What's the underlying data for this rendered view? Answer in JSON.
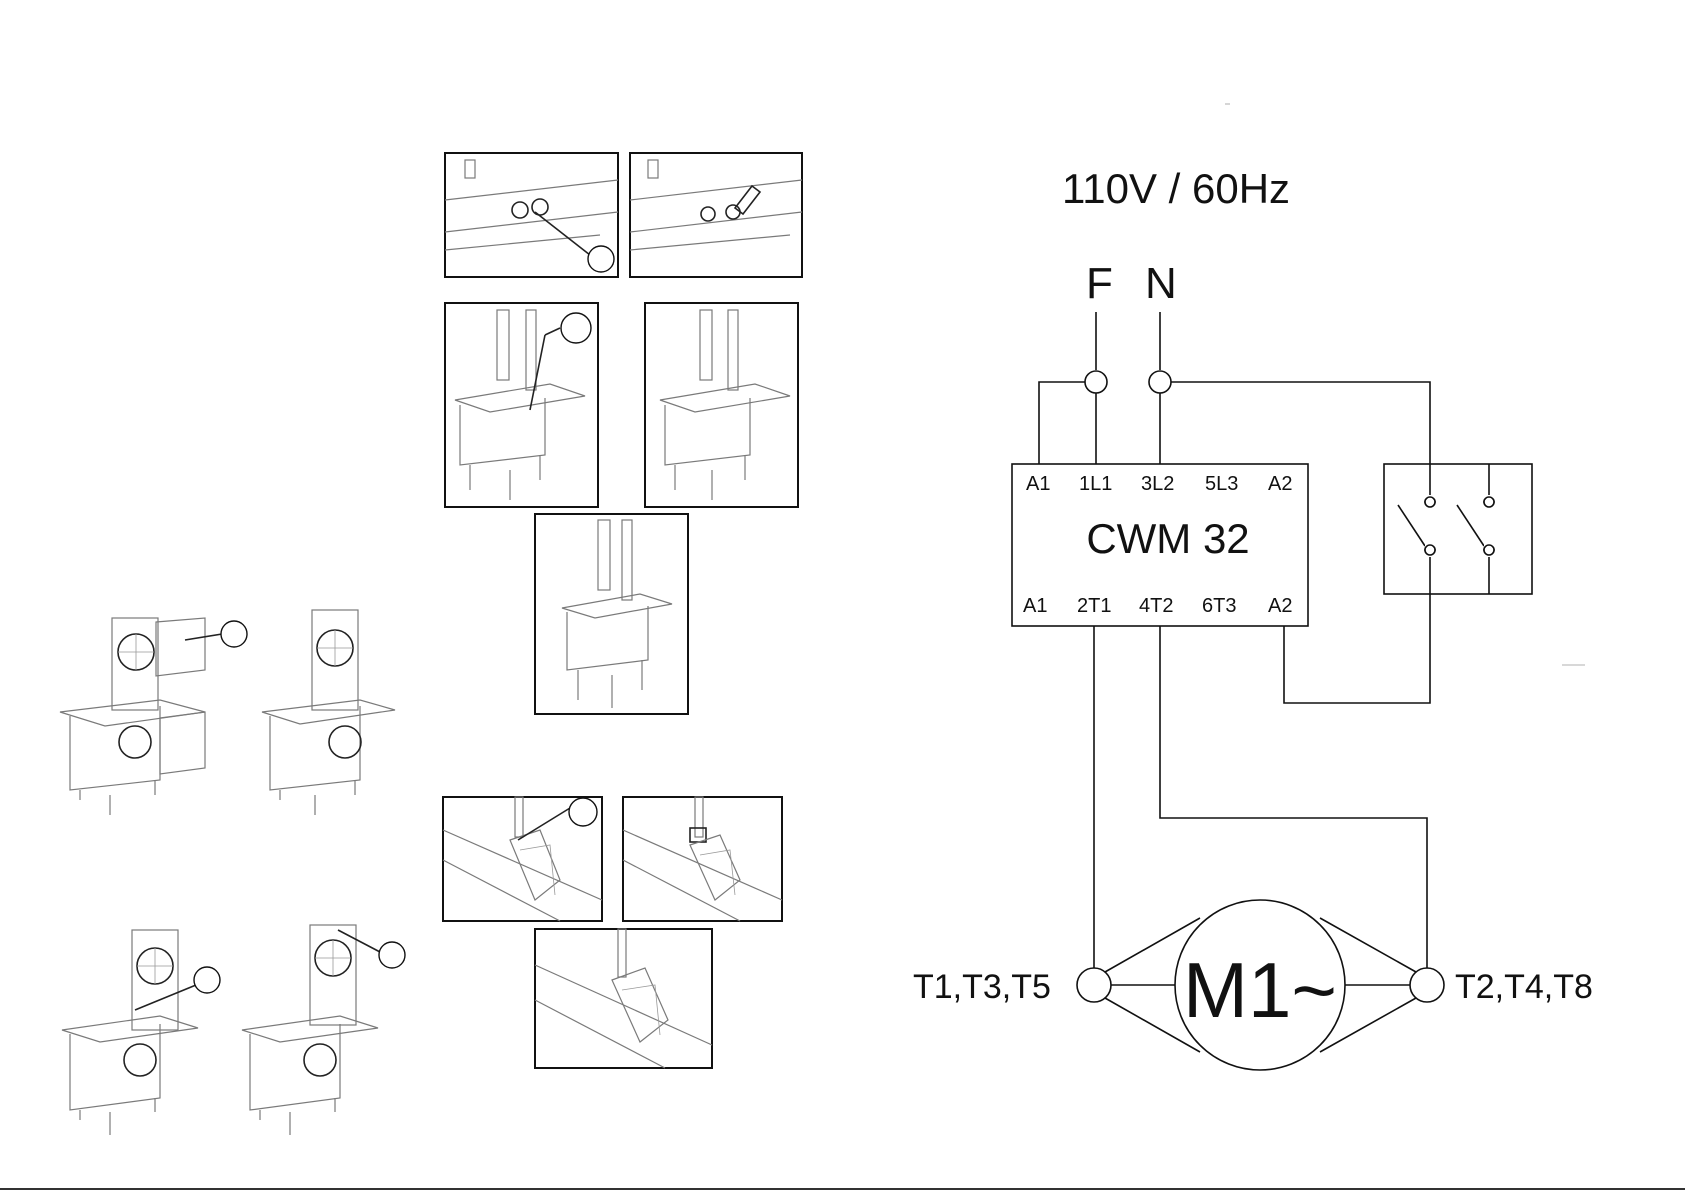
{
  "diagram": {
    "voltage_label": "110V / 60Hz",
    "supply": {
      "phase": "F",
      "neutral": "N"
    },
    "contactor": {
      "name": "CWM 32",
      "top_terminals": [
        "A1",
        "1L1",
        "3L2",
        "5L3",
        "A2"
      ],
      "bottom_terminals": [
        "A1",
        "2T1",
        "4T2",
        "6T3",
        "A2"
      ]
    },
    "motor": {
      "label": "M1~",
      "left_terminals": "T1,T3,T5",
      "right_terminals": "T2,T4,T8"
    }
  },
  "illustrations": {
    "icons": [
      "switch-closeup-icon",
      "switch-lever-closeup-icon",
      "bandsaw-table-icon",
      "bandsaw-table-removed-icon",
      "bandsaw-assembled-icon",
      "bandsaw-door-open-icon",
      "bandsaw-door-closed-icon",
      "bandsaw-blade-guard-icon",
      "bandsaw-tension-icon",
      "blade-guide-icon",
      "blade-guide-lowered-icon",
      "blade-guide-detail-icon"
    ]
  }
}
